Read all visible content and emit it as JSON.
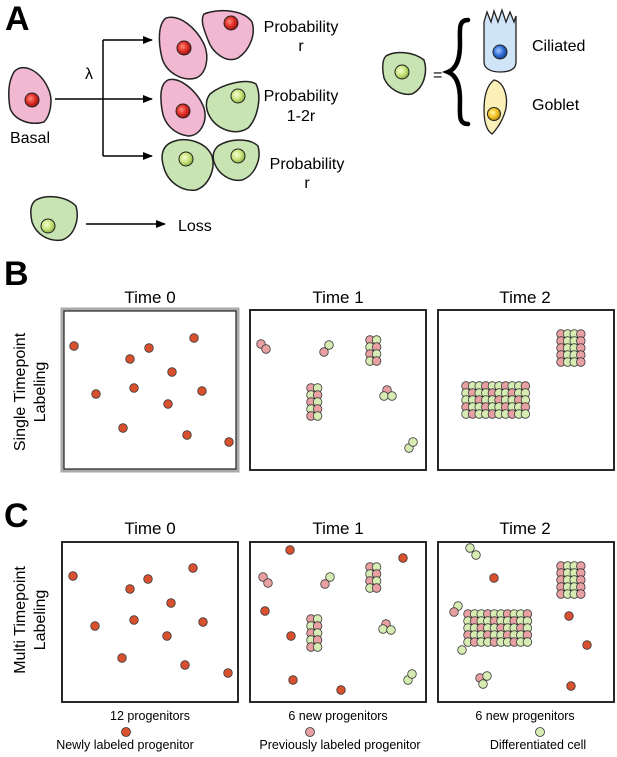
{
  "panelA": {
    "letter": "A",
    "basal_label": "Basal",
    "rate_symbol": "λ",
    "outcomes": [
      {
        "line1": "Probability",
        "line2": "r"
      },
      {
        "line1": "Probability",
        "line2": "1-2r"
      },
      {
        "line1": "Probability",
        "line2": "r"
      }
    ],
    "equals": "=",
    "ciliated_label": "Ciliated",
    "goblet_label": "Goblet",
    "loss_label": "Loss"
  },
  "panelB": {
    "letter": "B",
    "side_line1": "Single Timepoint",
    "side_line2": "Labeling",
    "time_titles": [
      "Time 0",
      "Time 1",
      "Time 2"
    ]
  },
  "panelC": {
    "letter": "C",
    "side_line1": "Multi Timepoint",
    "side_line2": "Labeling",
    "time_titles": [
      "Time 0",
      "Time 1",
      "Time 2"
    ],
    "counts": [
      "12 progenitors",
      "6 new progenitors",
      "6 new progenitors"
    ]
  },
  "legend": {
    "new": "Newly labeled progenitor",
    "previous": "Previously labeled progenitor",
    "differentiated": "Differentiated cell"
  },
  "colors": {
    "basal_fill": "#f2b8d2",
    "diff_fill": "#c8e4b2",
    "new_dot": "#d9502f",
    "prev_dot": "#e8a0a2",
    "diff_dot": "#d7ecb3",
    "ciliated_fill": "#cfe5f7",
    "goblet_fill": "#fbf1b8"
  }
}
